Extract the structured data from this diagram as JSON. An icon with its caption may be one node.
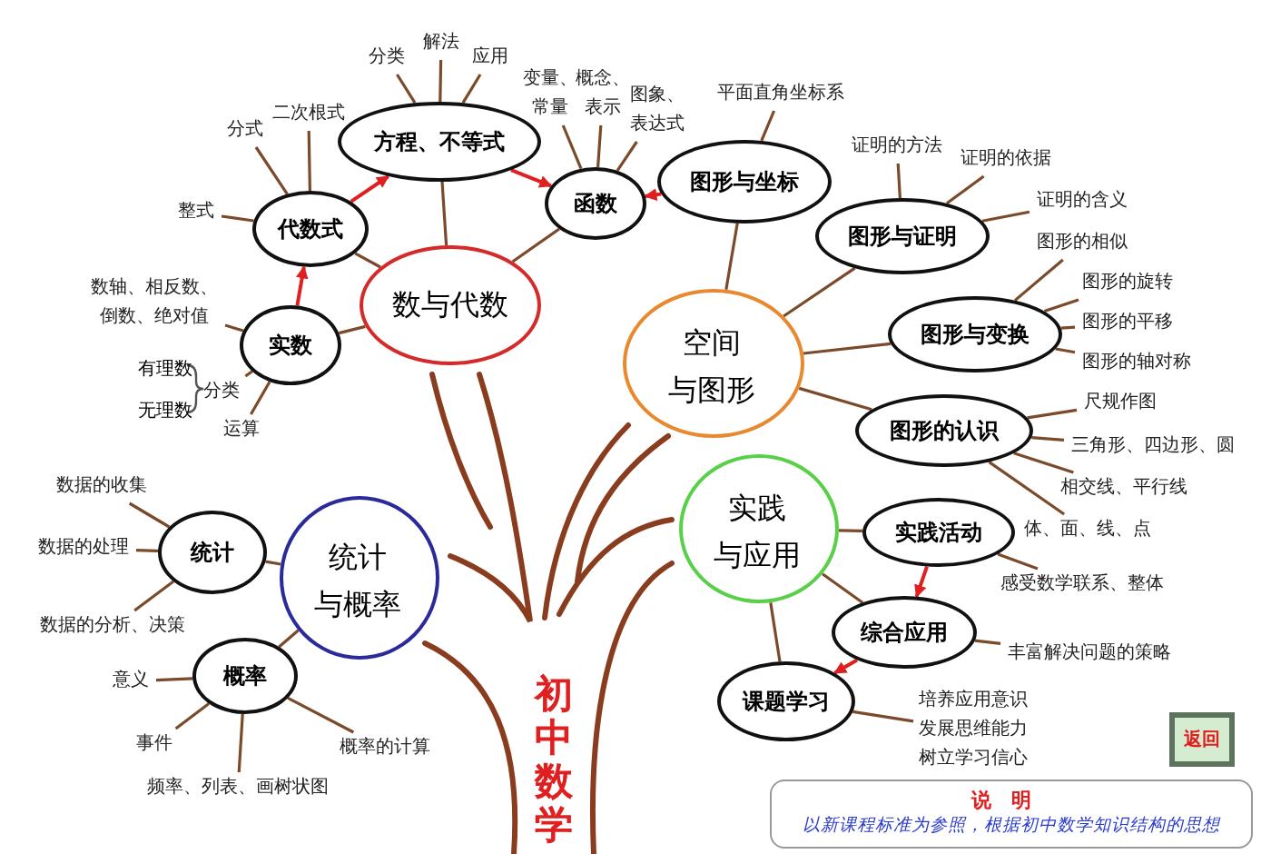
{
  "diagram": {
    "nodes": [
      {
        "text": [
          "数与代数"
        ]
      },
      {
        "text": [
          "空间与图形"
        ]
      },
      {
        "text": [
          "统计与概率"
        ]
      },
      {
        "text": [
          "实践与应用"
        ]
      },
      {
        "text": [
          "方程、不等式"
        ]
      },
      {
        "text": [
          "代数式"
        ]
      },
      {
        "text": [
          "实数"
        ]
      },
      {
        "text": [
          "函数"
        ]
      },
      {
        "text": [
          "图形与坐标"
        ]
      },
      {
        "text": [
          "图形与证明"
        ]
      },
      {
        "text": [
          "图形与变换"
        ]
      },
      {
        "text": [
          "图形的认识"
        ]
      },
      {
        "text": [
          "统计"
        ]
      },
      {
        "text": [
          "概率"
        ]
      },
      {
        "text": [
          "实践活动"
        ]
      },
      {
        "text": [
          "综合应用"
        ]
      },
      {
        "text": [
          "课题学习"
        ]
      },
      {
        "text": [
          "分类"
        ]
      },
      {
        "text": [
          "解法"
        ]
      },
      {
        "text": [
          "应用"
        ]
      },
      {
        "text": [
          "分式"
        ]
      },
      {
        "text": [
          "二次根式"
        ]
      },
      {
        "text": [
          "整式"
        ]
      },
      {
        "text": [
          "数轴、相反数、倒数、绝对值"
        ]
      },
      {
        "text": [
          "分类"
        ]
      },
      {
        "text": [
          "运算"
        ]
      },
      {
        "text": [
          "变量、常量"
        ]
      },
      {
        "text": [
          "概念、表示"
        ]
      },
      {
        "text": [
          "图象、表达式"
        ]
      },
      {
        "text": [
          "平面直角坐标系"
        ]
      },
      {
        "text": [
          "证明的方法"
        ]
      },
      {
        "text": [
          "证明的依据"
        ]
      },
      {
        "text": [
          "证明的含义"
        ]
      },
      {
        "text": [
          "图形的相似"
        ]
      },
      {
        "text": [
          "图形的旋转"
        ]
      },
      {
        "text": [
          "图形的平移"
        ]
      },
      {
        "text": [
          "图形的轴对称"
        ]
      },
      {
        "text": [
          "尺规作图"
        ]
      },
      {
        "text": [
          "三角形、四边形、圆"
        ]
      },
      {
        "text": [
          "相交线、平行线"
        ]
      },
      {
        "text": [
          "体、面、线、点"
        ]
      },
      {
        "text": [
          "感受数学联系、整体"
        ]
      },
      {
        "text": [
          "丰富解决问题的策略"
        ]
      },
      {
        "text": [
          "培养应用意识发展思维能力树立学习信心"
        ]
      },
      {
        "text": [
          "数据的收集"
        ]
      },
      {
        "text": [
          "数据的处理"
        ]
      },
      {
        "text": [
          "数据的分析、决策"
        ]
      },
      {
        "text": [
          "意义"
        ]
      },
      {
        "text": [
          "事件"
        ]
      },
      {
        "text": [
          "频率、列表、画树状图"
        ]
      },
      {
        "text": [
          "概率的计算"
        ]
      },
      {
        "text": [
          "说明",
          "以新课程标准为参照，根据初中数学知识结构的思想"
        ]
      }
    ],
    "edges": [
      {
        "from": 6,
        "to": 5,
        "arrow": "to",
        "color": "#e02020"
      },
      {
        "from": 5,
        "to": 4,
        "arrow": "to",
        "color": "#e02020"
      },
      {
        "from": 4,
        "to": 7,
        "arrow": "to",
        "color": "#e02020"
      },
      {
        "from": 8,
        "to": 7,
        "arrow": "to",
        "color": "#e02020"
      },
      {
        "from": 14,
        "to": 15,
        "arrow": "to",
        "color": "#e02020"
      },
      {
        "from": 15,
        "to": 16,
        "arrow": "to",
        "color": "#e02020"
      },
      {
        "from": 0,
        "to": 4,
        "arrow": "none"
      },
      {
        "from": 0,
        "to": 5,
        "arrow": "none"
      },
      {
        "from": 0,
        "to": 6,
        "arrow": "none"
      },
      {
        "from": 0,
        "to": 7,
        "arrow": "none"
      },
      {
        "from": 1,
        "to": 8,
        "arrow": "none"
      },
      {
        "from": 1,
        "to": 9,
        "arrow": "none"
      },
      {
        "from": 1,
        "to": 10,
        "arrow": "none"
      },
      {
        "from": 1,
        "to": 11,
        "arrow": "none"
      },
      {
        "from": 2,
        "to": 12,
        "arrow": "none"
      },
      {
        "from": 2,
        "to": 13,
        "arrow": "none"
      },
      {
        "from": 3,
        "to": 14,
        "arrow": "none"
      },
      {
        "from": 3,
        "to": 15,
        "arrow": "none"
      },
      {
        "from": 3,
        "to": 16,
        "arrow": "none"
      },
      {
        "from": 4,
        "to": 17,
        "arrow": "none"
      },
      {
        "from": 4,
        "to": 18,
        "arrow": "none"
      },
      {
        "from": 4,
        "to": 19,
        "arrow": "none"
      },
      {
        "from": 5,
        "to": 20,
        "arrow": "none"
      },
      {
        "from": 5,
        "to": 21,
        "arrow": "none"
      },
      {
        "from": 5,
        "to": 22,
        "arrow": "none"
      },
      {
        "from": 6,
        "to": 23,
        "arrow": "none"
      },
      {
        "from": 6,
        "to": 24,
        "arrow": "none"
      },
      {
        "from": 6,
        "to": 25,
        "arrow": "none"
      },
      {
        "from": 7,
        "to": 26,
        "arrow": "none"
      },
      {
        "from": 7,
        "to": 27,
        "arrow": "none"
      },
      {
        "from": 7,
        "to": 28,
        "arrow": "none"
      },
      {
        "from": 8,
        "to": 29,
        "arrow": "none"
      },
      {
        "from": 9,
        "to": 30,
        "arrow": "none"
      },
      {
        "from": 9,
        "to": 31,
        "arrow": "none"
      },
      {
        "from": 9,
        "to": 32,
        "arrow": "none"
      },
      {
        "from": 10,
        "to": 33,
        "arrow": "none"
      },
      {
        "from": 10,
        "to": 34,
        "arrow": "none"
      },
      {
        "from": 10,
        "to": 35,
        "arrow": "none"
      },
      {
        "from": 10,
        "to": 36,
        "arrow": "none"
      },
      {
        "from": 11,
        "to": 37,
        "arrow": "none"
      },
      {
        "from": 11,
        "to": 38,
        "arrow": "none"
      },
      {
        "from": 11,
        "to": 39,
        "arrow": "none"
      },
      {
        "from": 11,
        "to": 40,
        "arrow": "none"
      },
      {
        "from": 14,
        "to": 41,
        "arrow": "none"
      },
      {
        "from": 15,
        "to": 42,
        "arrow": "none"
      },
      {
        "from": 16,
        "to": 43,
        "arrow": "none"
      },
      {
        "from": 12,
        "to": 44,
        "arrow": "none"
      },
      {
        "from": 12,
        "to": 45,
        "arrow": "none"
      },
      {
        "from": 12,
        "to": 46,
        "arrow": "none"
      },
      {
        "from": 13,
        "to": 47,
        "arrow": "none"
      },
      {
        "from": 13,
        "to": 48,
        "arrow": "none"
      },
      {
        "from": 13,
        "to": 49,
        "arrow": "none"
      },
      {
        "from": 13,
        "to": 50,
        "arrow": "none"
      }
    ],
    "labels": [
      "有理数",
      "无理数",
      "初中数学",
      "返回"
    ]
  }
}
